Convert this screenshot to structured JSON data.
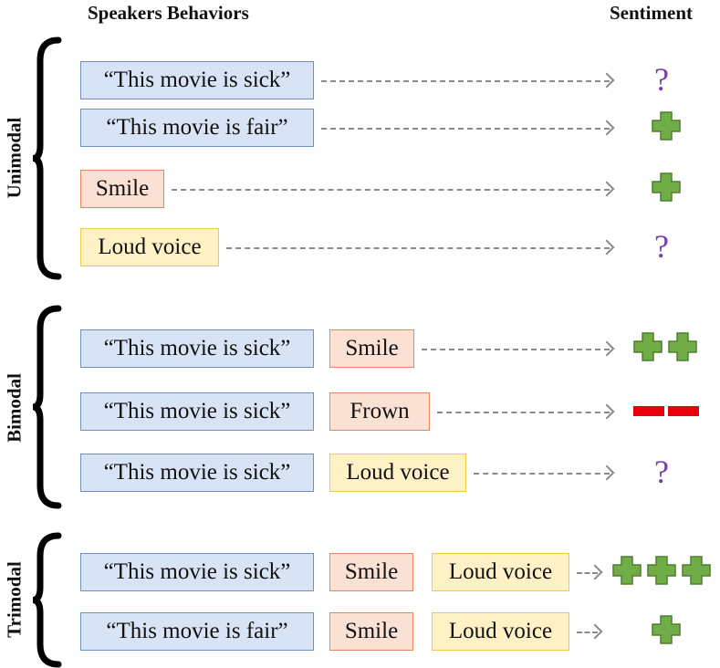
{
  "headers": {
    "behaviors": "Speakers Behaviors",
    "sentiment": "Sentiment"
  },
  "colors": {
    "text_fill": "#d8e3f5",
    "text_border": "#6f8fc6",
    "face_fill": "#fbe1d3",
    "face_border": "#e2895b",
    "voice_fill": "#fff1c6",
    "voice_border": "#f2c94c",
    "positive": "#70ad47",
    "negative": "#e8000b",
    "unknown": "#7a3db0",
    "arrow": "#8a8a8a"
  },
  "groups": [
    {
      "label": "Unimodal",
      "rows": [
        {
          "boxes": [
            {
              "kind": "text",
              "label": "“This movie is sick”"
            }
          ],
          "sentiment": {
            "type": "unknown",
            "symbol": "?"
          }
        },
        {
          "boxes": [
            {
              "kind": "text",
              "label": "“This movie is fair”"
            }
          ],
          "sentiment": {
            "type": "plus",
            "count": 1
          }
        },
        {
          "boxes": [
            {
              "kind": "face",
              "label": "Smile"
            }
          ],
          "sentiment": {
            "type": "plus",
            "count": 1
          }
        },
        {
          "boxes": [
            {
              "kind": "voice",
              "label": "Loud voice"
            }
          ],
          "sentiment": {
            "type": "unknown",
            "symbol": "?"
          }
        }
      ]
    },
    {
      "label": "Bimodal",
      "rows": [
        {
          "boxes": [
            {
              "kind": "text",
              "label": "“This movie is sick”"
            },
            {
              "kind": "face",
              "label": "Smile"
            }
          ],
          "sentiment": {
            "type": "plus",
            "count": 2
          }
        },
        {
          "boxes": [
            {
              "kind": "text",
              "label": "“This movie is sick”"
            },
            {
              "kind": "face",
              "label": "Frown"
            }
          ],
          "sentiment": {
            "type": "minus",
            "count": 2
          }
        },
        {
          "boxes": [
            {
              "kind": "text",
              "label": "“This movie is sick”"
            },
            {
              "kind": "voice",
              "label": "Loud voice"
            }
          ],
          "sentiment": {
            "type": "unknown",
            "symbol": "?"
          }
        }
      ]
    },
    {
      "label": "Trimodal",
      "rows": [
        {
          "boxes": [
            {
              "kind": "text",
              "label": "“This movie is sick”"
            },
            {
              "kind": "face",
              "label": "Smile"
            },
            {
              "kind": "voice",
              "label": "Loud voice"
            }
          ],
          "sentiment": {
            "type": "plus",
            "count": 3
          }
        },
        {
          "boxes": [
            {
              "kind": "text",
              "label": "“This movie is fair”"
            },
            {
              "kind": "face",
              "label": "Smile"
            },
            {
              "kind": "voice",
              "label": "Loud voice"
            }
          ],
          "sentiment": {
            "type": "plus",
            "count": 1
          }
        }
      ]
    }
  ]
}
